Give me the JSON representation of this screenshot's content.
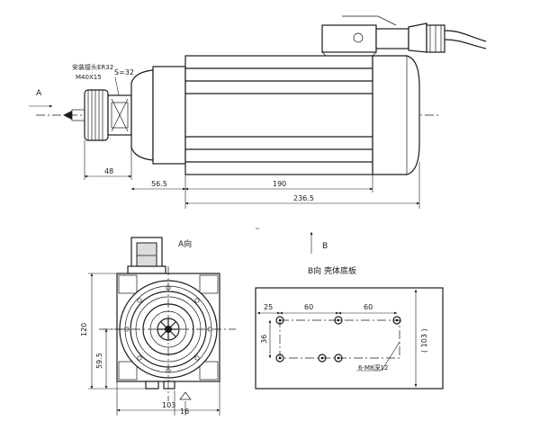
{
  "top_view": {
    "collet_note": "安装接头ER32",
    "thread_note": "M40X15",
    "wrench_flat": "S=32",
    "view_arrow_label": "A",
    "dim_48": "48",
    "dim_56_5": "56.5",
    "dim_190": "190",
    "dim_236_5": "236.5"
  },
  "front_view": {
    "title": "A向",
    "dim_120": "120",
    "dim_59_5": "59.5",
    "dim_103": "103",
    "dim_16": "16"
  },
  "base_view": {
    "arrow_label": "B",
    "title": "B向 壳体底板",
    "dim_25": "25",
    "dim_60_a": "60",
    "dim_60_b": "60",
    "dim_36": "36",
    "dim_103": "( 103 )",
    "hole_note": "6-M8深12"
  }
}
